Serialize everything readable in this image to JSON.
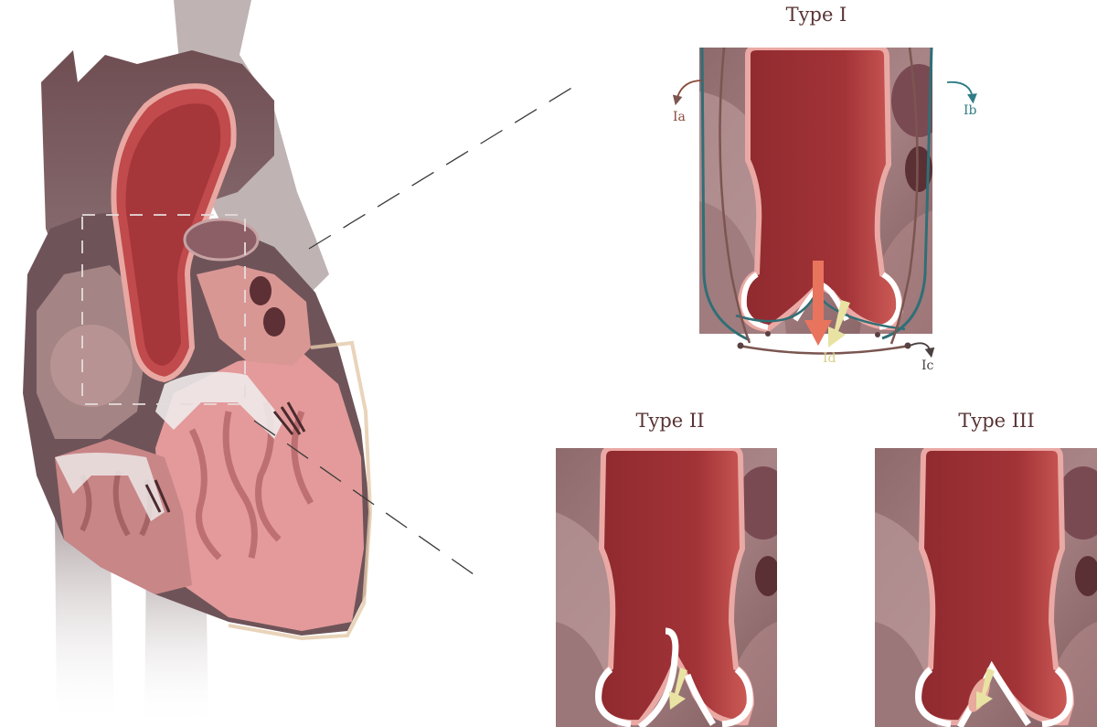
{
  "panels": {
    "type1": {
      "title": "Type I",
      "labels": {
        "ia": "Ia",
        "ib": "Ib",
        "ic": "Ic",
        "id": "Id"
      }
    },
    "type2": {
      "title": "Type II"
    },
    "type3": {
      "title": "Type III"
    }
  },
  "colors": {
    "aorta": "#9c3034",
    "aorta_wall": "#e9a7a2",
    "tissue": "#9b6e6f",
    "tissue_light": "#c9a3a2",
    "myocardium": "#e8999a",
    "teal_line": "#2f6f76",
    "brown_line": "#7b5550",
    "orange_arrow": "#e8745e",
    "yellow_arrow": "#e9e3a3",
    "label_ia": "#8a4a3c",
    "label_ib": "#2f7d86",
    "label_ic": "#4a4040",
    "label_id": "#d9cf86",
    "title_text": "#5a3434"
  }
}
